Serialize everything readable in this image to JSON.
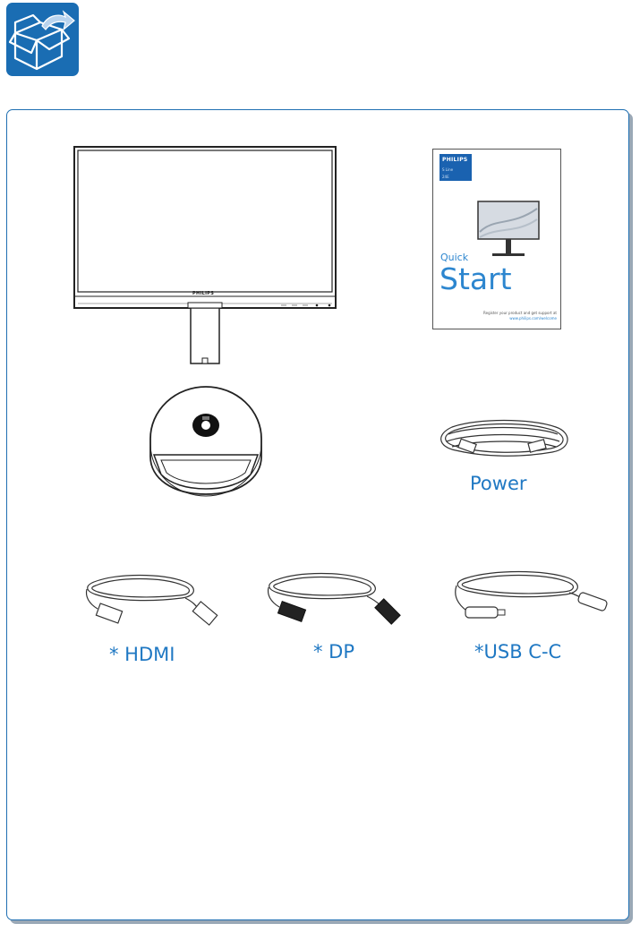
{
  "header": {
    "icon": "box-with-arrow-icon",
    "accent_color": "#1a6db3"
  },
  "monitor": {
    "brand": "PHILIPS"
  },
  "quick_start": {
    "brand": "PHILIPS",
    "line2": "S Line",
    "line3": "24E",
    "quick": "Quick",
    "start": "Start",
    "register": "Register your product and get support at",
    "url": "www.philips.com/welcome"
  },
  "items": {
    "power_label": "Power",
    "hdmi_label": "* HDMI",
    "dp_label": "* DP",
    "usbc_label": "*USB C-C"
  },
  "colors": {
    "label": "#1f78c3",
    "frame": "#1f6fb2"
  }
}
